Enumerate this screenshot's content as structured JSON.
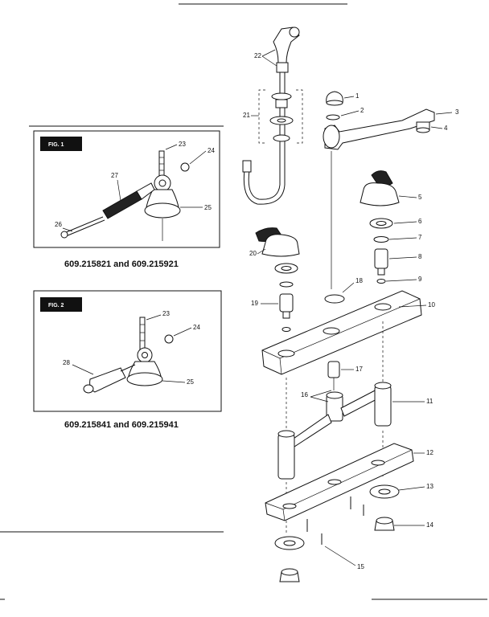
{
  "figure1": {
    "label": "FIG. 1",
    "caption": "609.215821 and 609.215921",
    "callouts": [
      "23",
      "24",
      "27",
      "25",
      "26"
    ]
  },
  "figure2": {
    "label": "FIG. 2",
    "caption": "609.215841 and 609.215941",
    "callouts": [
      "23",
      "24",
      "28",
      "25"
    ]
  },
  "main_callouts": [
    "22",
    "21",
    "1",
    "2",
    "3",
    "4",
    "5",
    "6",
    "7",
    "20",
    "8",
    "18",
    "9",
    "19",
    "10",
    "17",
    "16",
    "11",
    "12",
    "13",
    "14",
    "15"
  ]
}
